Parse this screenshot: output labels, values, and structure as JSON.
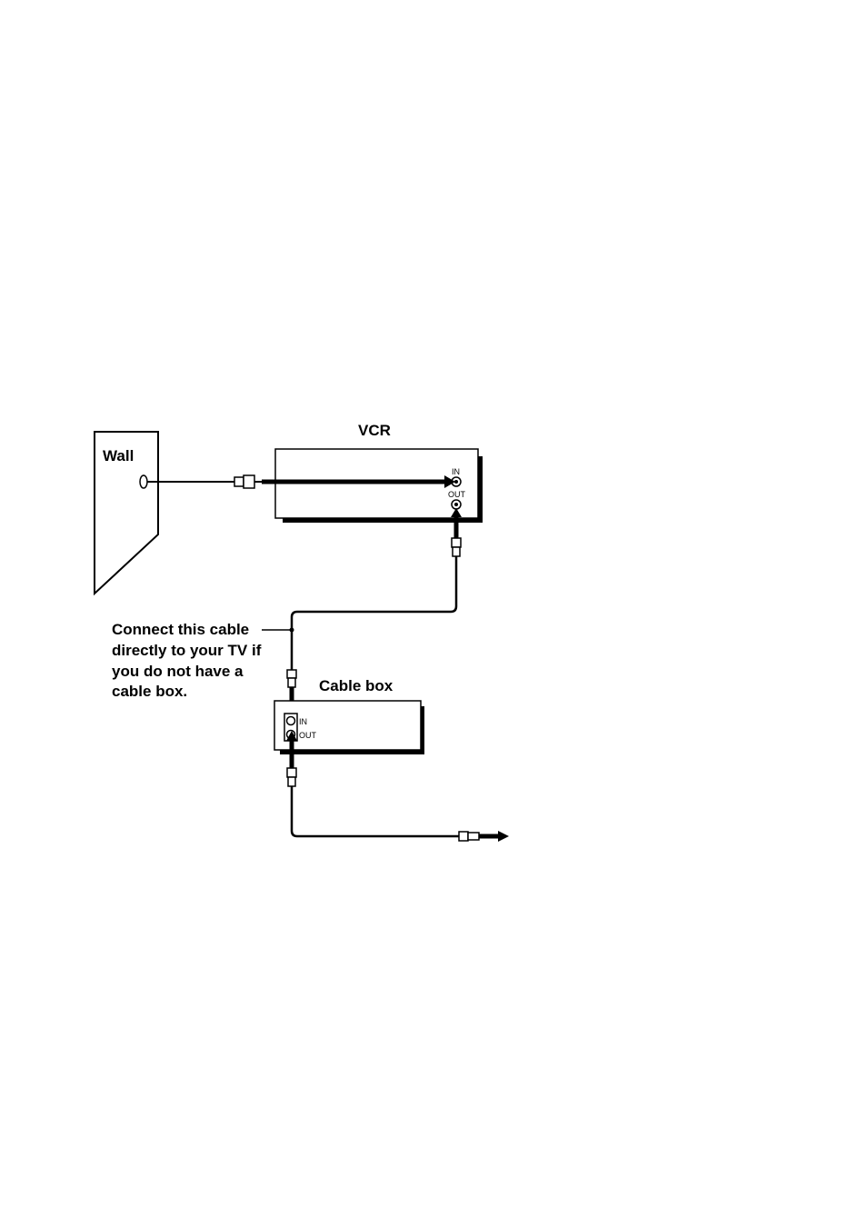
{
  "labels": {
    "wall": "Wall",
    "vcr": "VCR",
    "cable_box": "Cable box",
    "vcr_in": "IN",
    "vcr_out": "OUT",
    "box_in": "IN",
    "box_out": "OUT"
  },
  "note": {
    "lines": [
      "Connect this cable",
      "directly to your TV if",
      "you do not have a",
      "cable box."
    ]
  },
  "colors": {
    "ink": "#000000",
    "paper": "#ffffff"
  }
}
